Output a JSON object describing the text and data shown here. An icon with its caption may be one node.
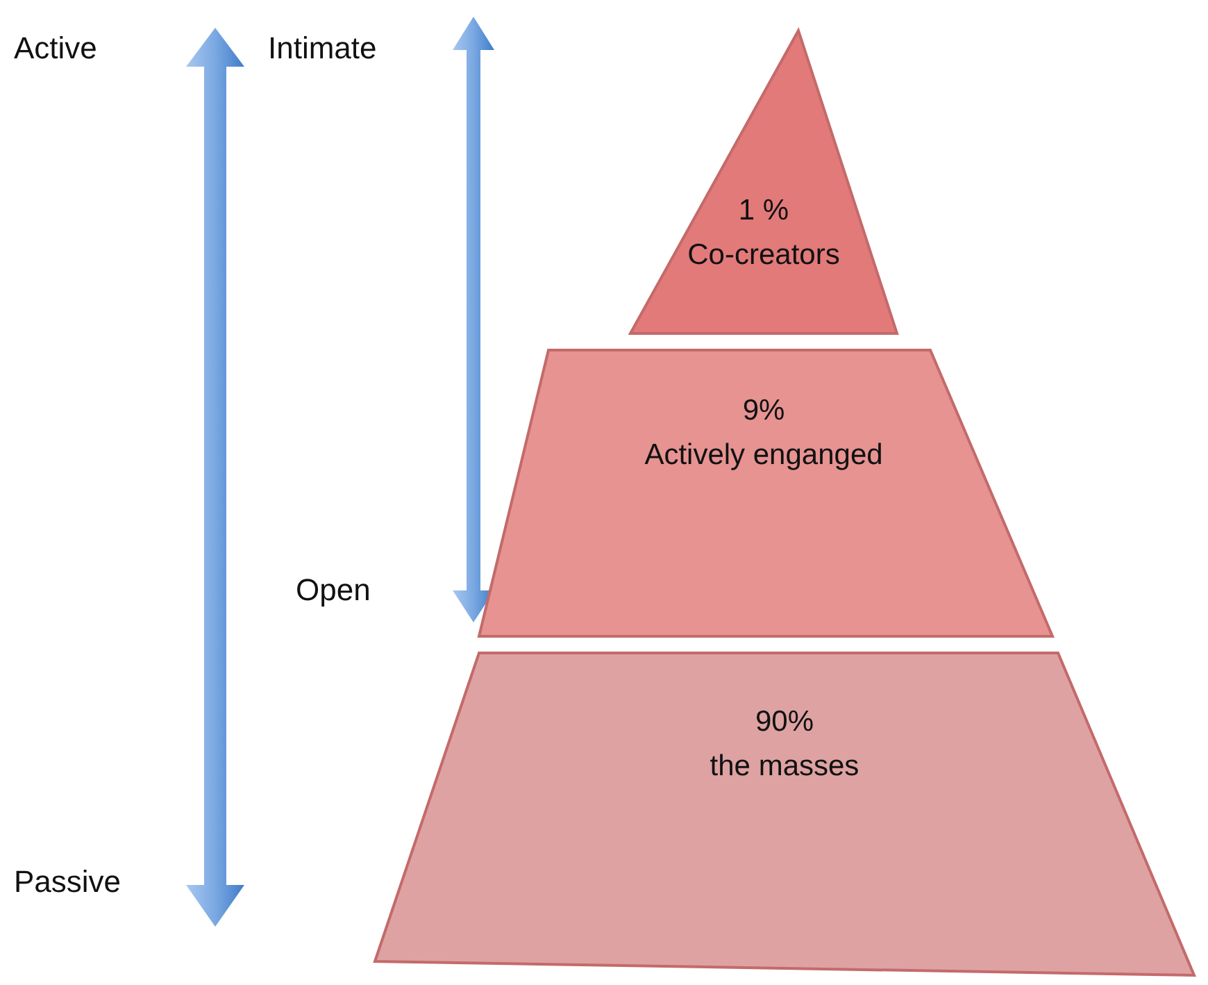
{
  "diagram": {
    "nodes": [
      {
        "text": [
          "1 %",
          "Co-creators"
        ]
      },
      {
        "text": [
          "9%",
          "Actively enganged"
        ]
      },
      {
        "text": [
          "90%",
          "the masses"
        ]
      }
    ],
    "labels": [
      "Active",
      "Intimate",
      "Open",
      "Passive"
    ]
  }
}
